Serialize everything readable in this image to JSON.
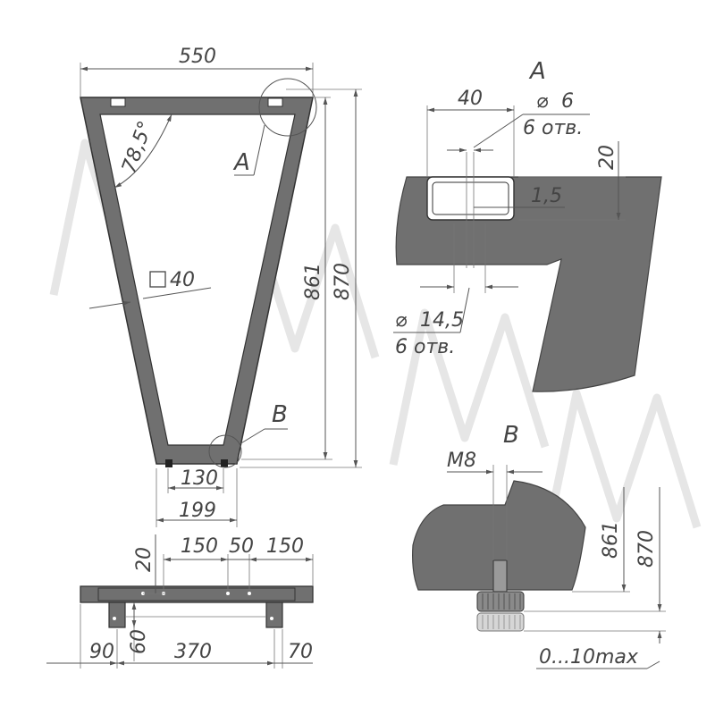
{
  "colors": {
    "body_fill": "#707070",
    "inner_fill": "#ffffff",
    "line": "#555555",
    "text": "#444444",
    "nut": "#8a8a8a"
  },
  "front_view": {
    "top_width": "550",
    "angle": "78,5°",
    "profile_symbol": "□",
    "profile_size": "40",
    "height_inner": "861",
    "height_total": "870",
    "bottom_inner": "130",
    "bottom_outer": "199",
    "callout_a": "A",
    "callout_b": "B"
  },
  "top_view": {
    "height_offset": "20",
    "spacing_1": "150",
    "spacing_2": "50",
    "spacing_3": "150",
    "foot_height": "60",
    "left_offset": "90",
    "span": "370",
    "right_offset": "70"
  },
  "detail_a": {
    "label": "A",
    "width": "40",
    "hole_symbol": "⌀",
    "hole_small": "6",
    "hole_small_count": "6 отв.",
    "height": "20",
    "wall": "1,5",
    "hole_large": "14,5",
    "hole_large_count": "6 отв."
  },
  "detail_b": {
    "label": "B",
    "thread": "M8",
    "height_inner": "861",
    "height_total": "870",
    "adjust": "0...10max"
  }
}
